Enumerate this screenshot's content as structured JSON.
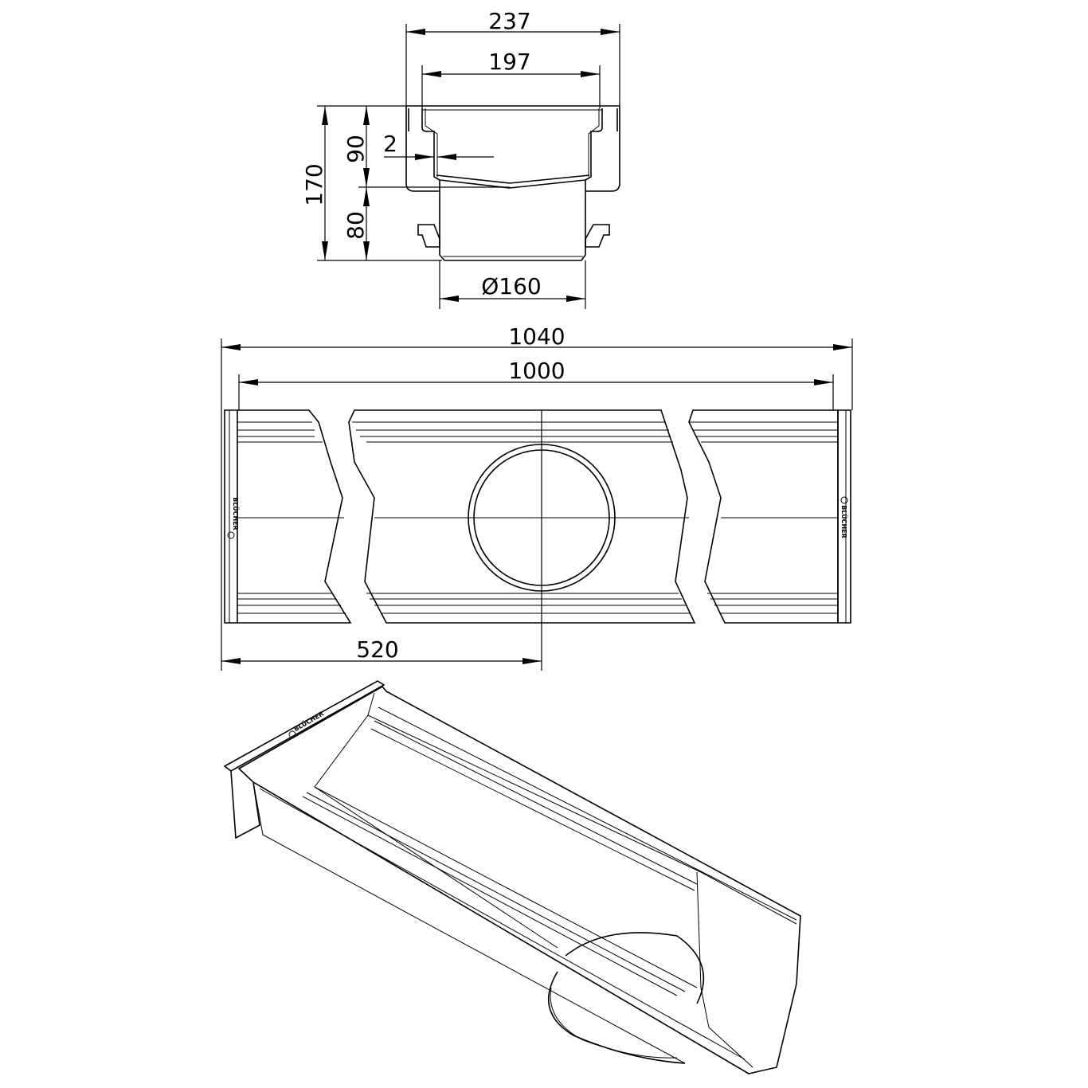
{
  "drawing": {
    "brand": "BLÜCHER",
    "section_view": {
      "overall_width": "237",
      "inner_width": "197",
      "total_height": "170",
      "upper_height": "90",
      "lower_height": "80",
      "wall_thickness": "2",
      "outlet_diameter": "Ø160"
    },
    "plan_view": {
      "overall_length": "1040",
      "inner_length": "1000",
      "outlet_position": "520"
    },
    "colors": {
      "line": "#000000",
      "background": "#ffffff"
    }
  }
}
